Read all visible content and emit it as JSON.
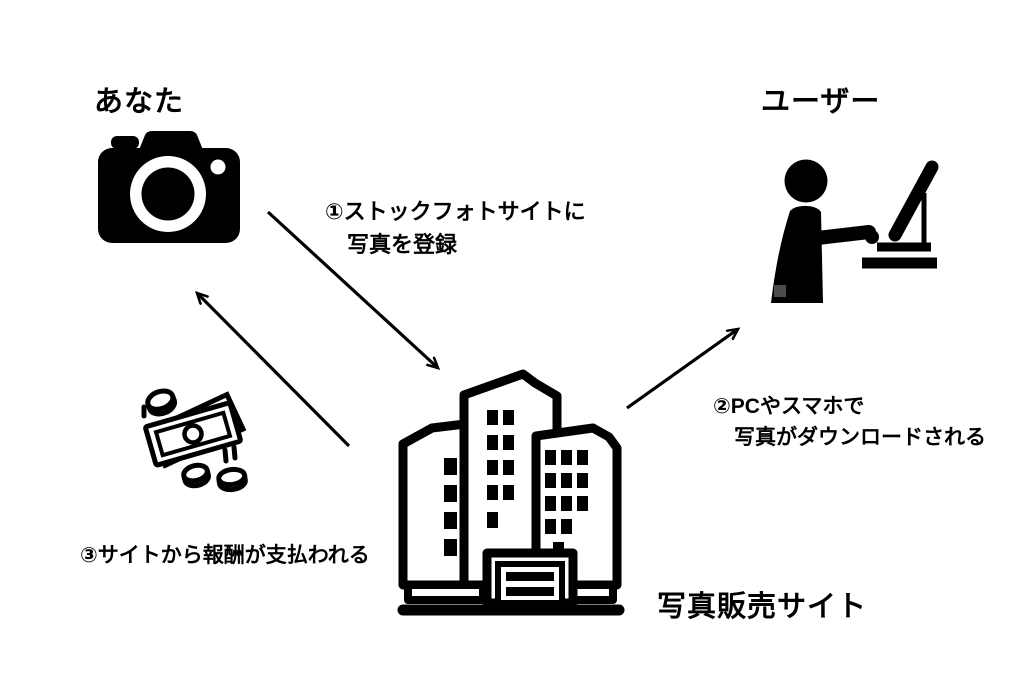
{
  "canvas": {
    "background": "#ffffff",
    "ink": "#000000",
    "accent_gray": "#4b4b4b"
  },
  "nodes": {
    "you": {
      "label": "あなた",
      "icon": "camera-icon"
    },
    "user": {
      "label": "ユーザー",
      "icon": "person-at-computer-icon"
    },
    "site": {
      "label": "写真販売サイト",
      "icon": "office-building-icon"
    },
    "payment": {
      "icon": "money-payment-icon"
    }
  },
  "steps": {
    "register": {
      "line1": "①ストックフォトサイトに",
      "line2": "写真を登録"
    },
    "download": {
      "line1": "②PCやスマホで",
      "line2": "写真がダウンロードされる"
    },
    "payout": {
      "line1": "③サイトから報酬が支払われる"
    }
  },
  "arrows": [
    {
      "name": "you-to-site",
      "from": "you",
      "to": "site",
      "head": "site-end"
    },
    {
      "name": "site-to-you",
      "from": "site",
      "to": "you",
      "head": "you-end"
    },
    {
      "name": "site-to-user",
      "from": "site",
      "to": "user",
      "head": "user-end"
    }
  ]
}
